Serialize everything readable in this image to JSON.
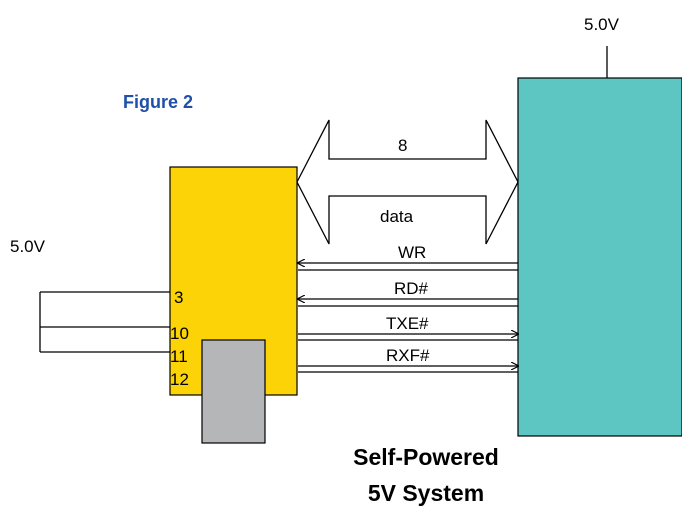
{
  "figure_title": "Figure 2",
  "supply": {
    "top": "5.0V",
    "left": "5.0V"
  },
  "bus": {
    "width_label": "8",
    "name_label": "data"
  },
  "signals": [
    {
      "label": "WR",
      "direction": "to-chip"
    },
    {
      "label": "RD#",
      "direction": "to-chip"
    },
    {
      "label": "TXE#",
      "direction": "to-system"
    },
    {
      "label": "RXF#",
      "direction": "to-system"
    }
  ],
  "pins": [
    "3",
    "10",
    "11",
    "12"
  ],
  "caption": {
    "line1": "Self-Powered",
    "line2": "5V System"
  },
  "colors": {
    "title": "#1f4fa8",
    "chip": "#fcd307",
    "system": "#5ec6c2",
    "regulator": "#b4b6b8"
  }
}
